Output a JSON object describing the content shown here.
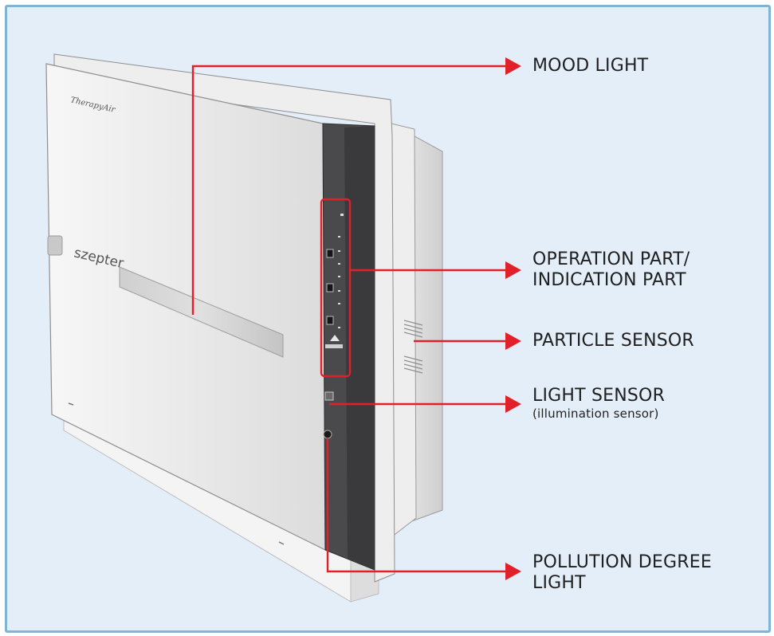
{
  "device": {
    "brand_small": "TherapyAir",
    "brand_main": "szepter"
  },
  "callouts": {
    "mood_light": {
      "label": "MOOD LIGHT"
    },
    "operation_part": {
      "line1": "OPERATION PART/",
      "line2": "INDICATION PART"
    },
    "particle_sensor": {
      "label": "PARTICLE SENSOR"
    },
    "light_sensor": {
      "label": "LIGHT SENSOR",
      "sub": "(illumination sensor)"
    },
    "pollution_light": {
      "line1": "POLLUTION DEGREE",
      "line2": "LIGHT"
    }
  },
  "colors": {
    "background": "#e3eef8",
    "frame_border": "#7fb4d6",
    "callout_red": "#e2202a",
    "panel_dark": "#4a4a4c"
  }
}
